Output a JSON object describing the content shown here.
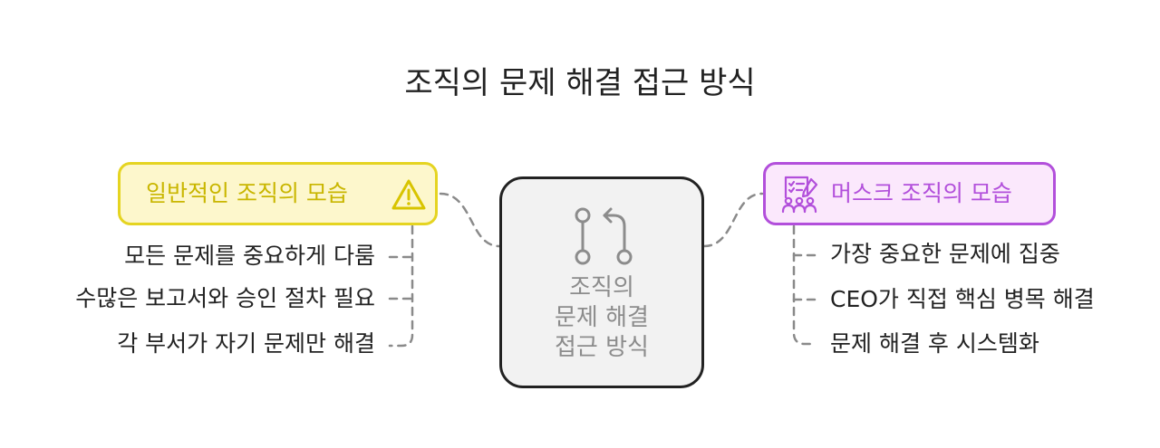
{
  "title": "조직의 문제 해결 접근 방식",
  "center": {
    "lines": [
      "조직의",
      "문제 해결",
      "접근 방식"
    ],
    "icon": "merge-arrows-icon"
  },
  "left": {
    "label": "일반적인 조직의 모습",
    "icon": "warning-icon",
    "accent_color": "#e5d421",
    "fill_color": "#fdf7cc",
    "items": [
      "모든 문제를 중요하게 다룸",
      "수많은 보고서와 승인 절차 필요",
      "각 부서가 자기 문제만 해결"
    ]
  },
  "right": {
    "label": "머스크 조직의 모습",
    "icon": "team-checklist-icon",
    "accent_color": "#b24fdb",
    "fill_color": "#fbe8fc",
    "items": [
      "가장 중요한 문제에 집중",
      "CEO가 직접 핵심 병목 해결",
      "문제 해결 후 시스템화"
    ]
  }
}
